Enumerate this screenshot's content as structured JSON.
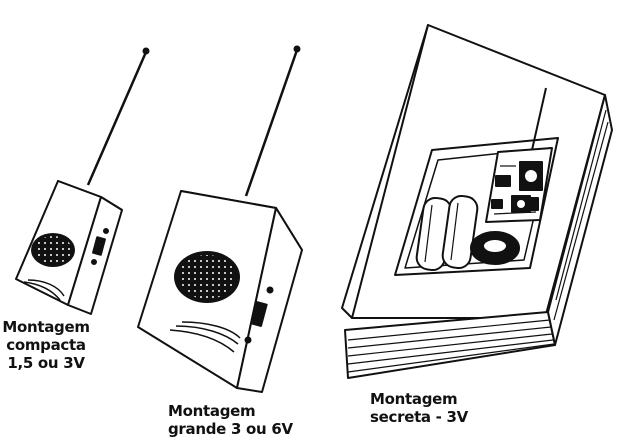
{
  "captions": {
    "compact": [
      "Montagem",
      "compacta",
      "1,5 ou 3V"
    ],
    "grande": [
      "Montagem",
      "grande 3 ou 6V"
    ],
    "secreta": [
      "Montagem",
      "secreta - 3V"
    ]
  },
  "colors": {
    "ink": "#111111",
    "paper": "#ffffff"
  },
  "icons": [
    "antenna-icon",
    "speaker-icon",
    "switch-icon",
    "battery-icon",
    "coil-icon",
    "circuit-board-icon"
  ]
}
